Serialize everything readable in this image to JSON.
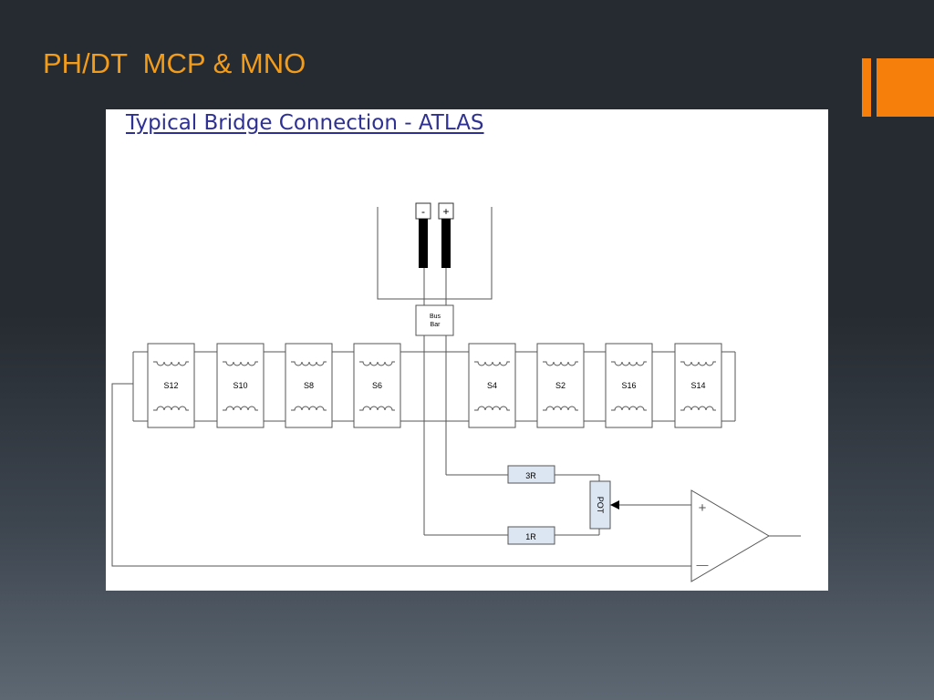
{
  "slide": {
    "title": "PH/DT  MCP & MNO"
  },
  "diagram": {
    "heading": "Typical Bridge Connection - ATLAS",
    "terminals": {
      "minus": "-",
      "plus": "+"
    },
    "bus_bar": {
      "line1": "Bus",
      "line2": "Bar"
    },
    "segments": [
      {
        "label": "S12"
      },
      {
        "label": "S10"
      },
      {
        "label": "S8"
      },
      {
        "label": "S6"
      },
      {
        "label": "S4"
      },
      {
        "label": "S2"
      },
      {
        "label": "S16"
      },
      {
        "label": "S14"
      }
    ],
    "resistors": {
      "top": "3R",
      "bottom": "1R"
    },
    "potentiometer": "POT",
    "amplifier": {
      "plus": "+",
      "minus": "—"
    }
  },
  "colors": {
    "title": "#f39c1a",
    "accent": "#f57f0a",
    "heading": "#2e3192",
    "background": "#262b31",
    "resistor_fill": "#dce6f2"
  }
}
